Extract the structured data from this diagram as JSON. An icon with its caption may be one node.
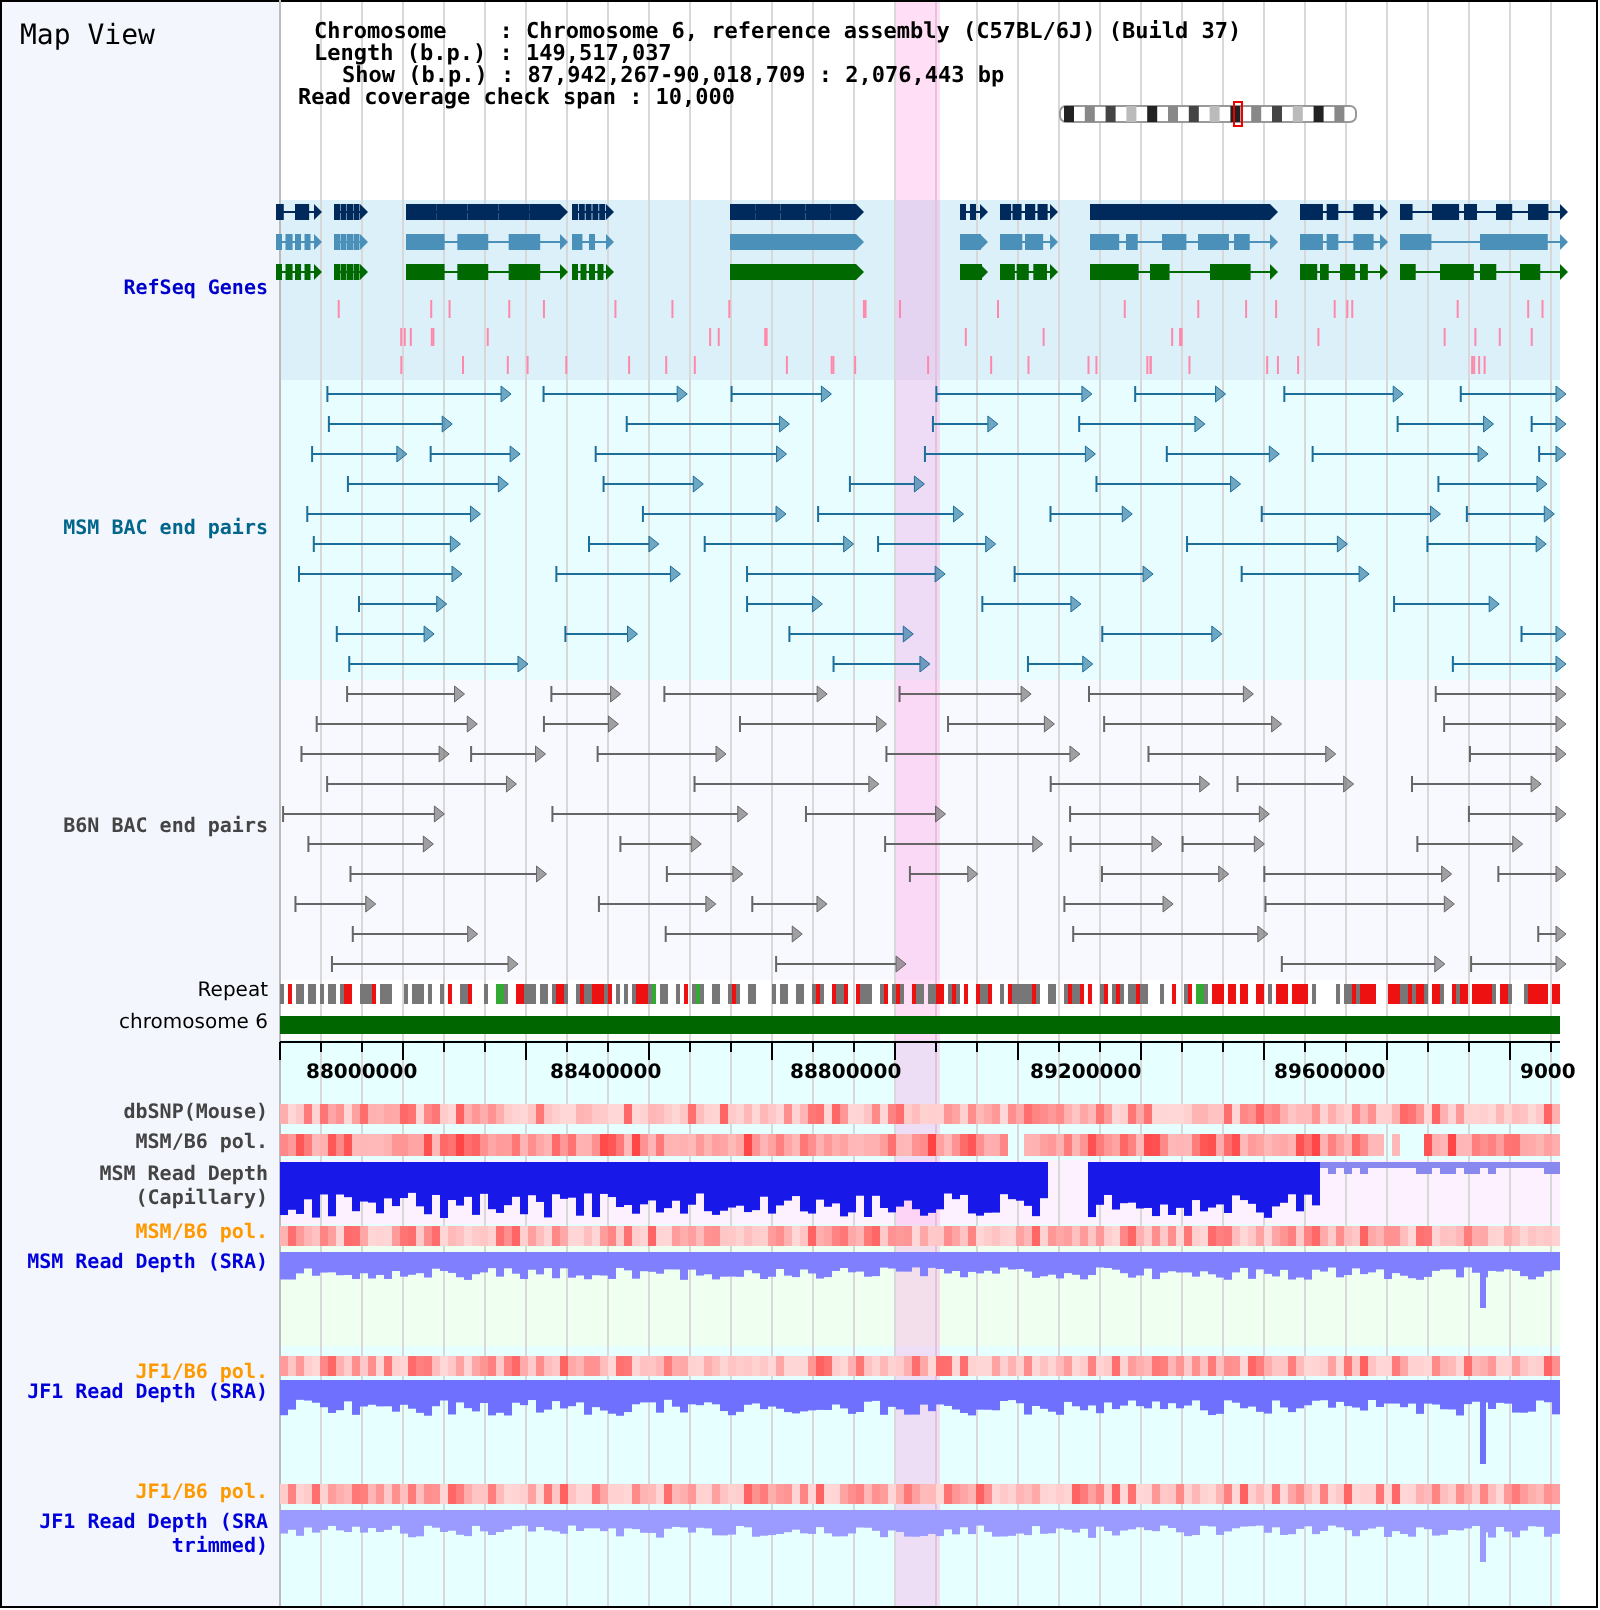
{
  "diagram": {
    "title": "Map View",
    "labels": [
      "Chromosome    : Chromosome 6, reference assembly (C57BL/6J) (Build 37)",
      "Length (b.p.) : 149,517,037",
      "Show (b.p.) : 87,942,267-90,018,709 : 2,076,443 bp",
      "Read coverage check span : 10,000",
      "RefSeq Genes",
      "MSM BAC end pairs",
      "B6N BAC end pairs",
      "Repeat",
      "chromosome 6",
      "88000000",
      "88400000",
      "88800000",
      "89200000",
      "89600000",
      "9000",
      "dbSNP(Mouse)",
      "MSM/B6 pol.",
      "MSM Read Depth (Capillary)",
      "MSM/B6 pol.",
      "MSM Read Depth (SRA)",
      "JF1/B6 pol.",
      "JF1 Read Depth (SRA)",
      "JF1/B6 pol.",
      "JF1 Read Depth (SRA trimmed)"
    ]
  }
}
